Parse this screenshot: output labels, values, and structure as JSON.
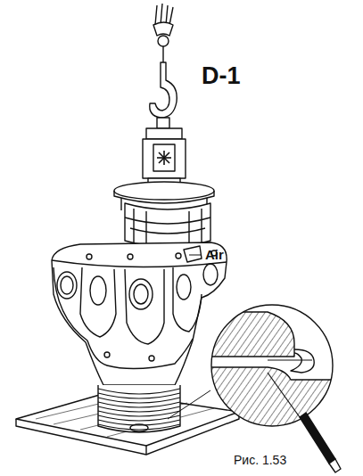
{
  "diagram": {
    "title": "D-1",
    "caption": "Рис. 1.53",
    "labels": [
      "Air"
    ]
  }
}
